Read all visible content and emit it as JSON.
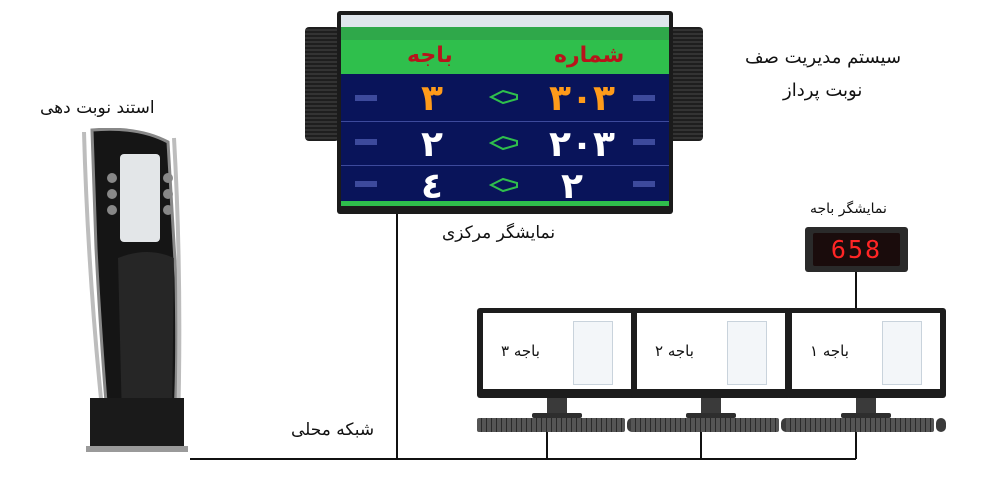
{
  "labels": {
    "system_title_line1": "سیستم مدیریت صف",
    "system_title_line2": "نوبت پرداز",
    "kiosk": "استند نوبت دهی",
    "central_display": "نمایشگر مرکزی",
    "counter_display": "نمایشگر باجه",
    "network": "شبکه محلی"
  },
  "counter_display_value": "658",
  "tv": {
    "header_number": "شماره",
    "header_counter": "باجه",
    "rows": [
      {
        "number": "۳۰۳",
        "counter": "۳"
      },
      {
        "number": "۲۰۳",
        "counter": "۲"
      },
      {
        "number": "۲",
        "counter": "٤"
      }
    ]
  },
  "computers": [
    {
      "label": "باجه ۳"
    },
    {
      "label": "باجه ۲"
    },
    {
      "label": "باجه ۱"
    }
  ],
  "colors": {
    "tv_background": "#09145a",
    "tv_header": "#2fbf4c",
    "number_orange": "#ff9b1a",
    "header_red": "#b8141b",
    "led_red": "#ff2525"
  }
}
